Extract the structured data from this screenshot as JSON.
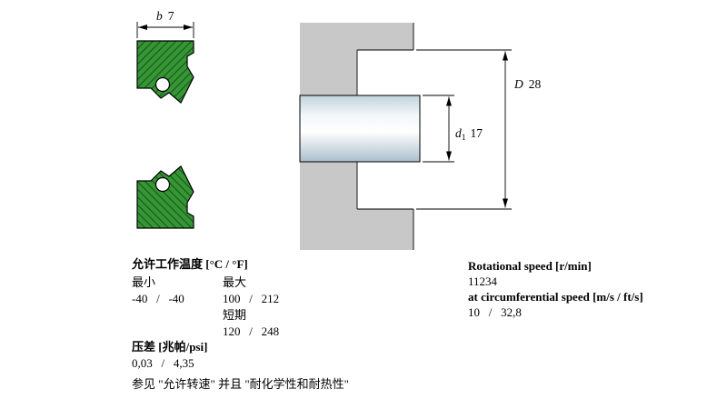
{
  "colors": {
    "seal_green": "#369636",
    "seal_green_dark": "#155515",
    "housing_gray": "#C8C8C8"
  },
  "seal_drawing": {
    "width_dim_letter": "b",
    "width_dim_value": "7"
  },
  "mounting_drawing": {
    "bore_dim_letter": "D",
    "bore_dim_value": "28",
    "shaft_dim_letter": "d",
    "shaft_dim_sub": "1",
    "shaft_dim_value": "17"
  },
  "specs": {
    "temperature": {
      "heading": "允许工作温度 [°C / °F]",
      "min_label": "最小",
      "max_label": "最大",
      "min_values": "-40   /   -40",
      "max_values": "100   /   212",
      "short_term_label": "短期",
      "short_term_values": "120   /   248"
    },
    "pressure": {
      "heading": "压差 [兆帕/psi]",
      "values": "0,03   /   4,35"
    },
    "note": "参见 \"允许转速\" 并且 \"耐化学性和耐热性\"",
    "rotational_speed": {
      "heading": "Rotational speed [r/min]",
      "value": "11234",
      "sub_heading": "at circumferential speed [m/s / ft/s]",
      "sub_value": "10   /   32,8"
    }
  }
}
